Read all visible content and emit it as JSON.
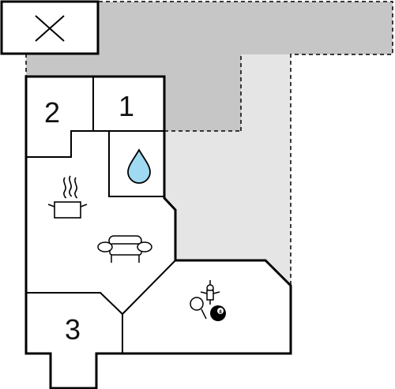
{
  "floorplan": {
    "rooms": [
      {
        "id": "bedroom-2",
        "label": "2"
      },
      {
        "id": "bedroom-1",
        "label": "1"
      },
      {
        "id": "bedroom-3",
        "label": "3"
      }
    ],
    "icons": [
      {
        "id": "close",
        "semantic": "close-icon"
      },
      {
        "id": "bathroom",
        "semantic": "water-drop-icon"
      },
      {
        "id": "kitchen",
        "semantic": "cooking-pot-icon"
      },
      {
        "id": "living",
        "semantic": "sofa-icon"
      },
      {
        "id": "games",
        "semantic": "table-football-icon"
      },
      {
        "id": "games2",
        "semantic": "table-tennis-icon"
      },
      {
        "id": "games3",
        "semantic": "billiard-ball-icon"
      }
    ],
    "billiard_ball_number": "8",
    "colors": {
      "wall": "#000000",
      "terrace_dark": "#c6c6c6",
      "terrace_light": "#e5e5e5",
      "water": "#9fd9f2"
    }
  }
}
